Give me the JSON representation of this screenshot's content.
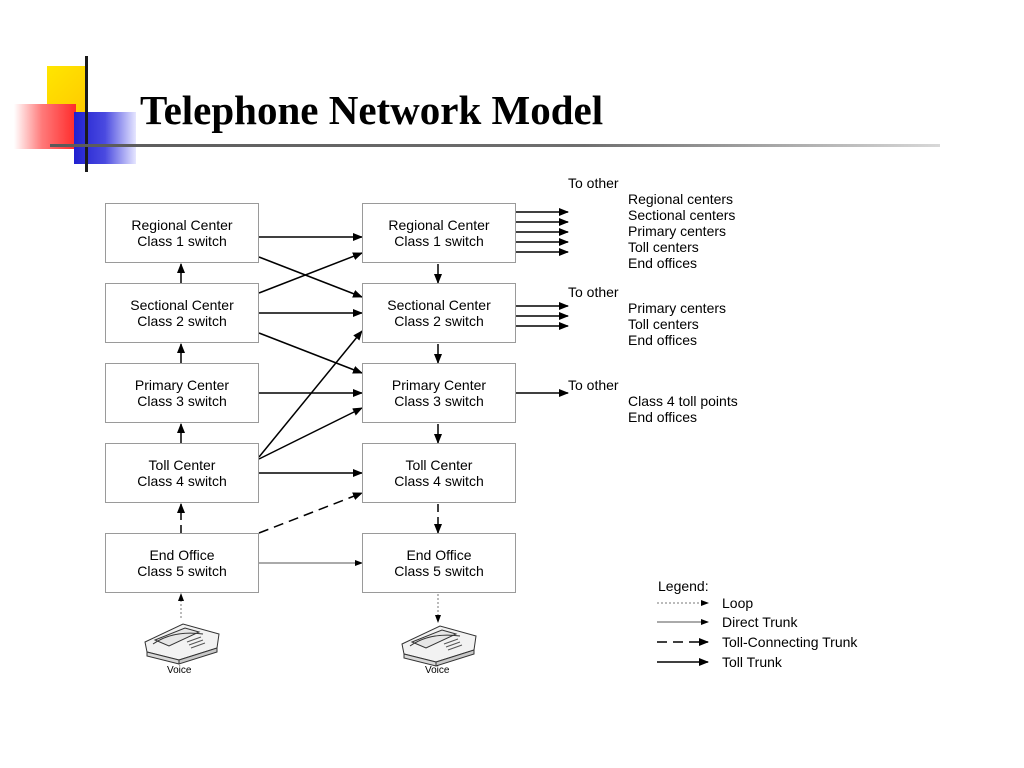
{
  "slide": {
    "title": "Telephone Network Model"
  },
  "left_column": [
    {
      "line1": "Regional Center",
      "line2": "Class 1 switch"
    },
    {
      "line1": "Sectional Center",
      "line2": "Class 2 switch"
    },
    {
      "line1": "Primary Center",
      "line2": "Class 3 switch"
    },
    {
      "line1": "Toll Center",
      "line2": "Class 4 switch"
    },
    {
      "line1": "End Office",
      "line2": "Class 5 switch"
    }
  ],
  "right_column": [
    {
      "line1": "Regional Center",
      "line2": "Class 1 switch"
    },
    {
      "line1": "Sectional Center",
      "line2": "Class 2 switch"
    },
    {
      "line1": "Primary Center",
      "line2": "Class 3 switch"
    },
    {
      "line1": "Toll Center",
      "line2": "Class 4 switch"
    },
    {
      "line1": "End Office",
      "line2": "Class 5 switch"
    }
  ],
  "phones": {
    "left_label": "Voice",
    "right_label": "Voice"
  },
  "outgoing": {
    "group1": {
      "heading": "To other",
      "items": [
        "Regional centers",
        "Sectional centers",
        "Primary centers",
        "Toll centers",
        "End offices"
      ]
    },
    "group2": {
      "heading": "To other",
      "items": [
        "Primary centers",
        "Toll centers",
        "End offices"
      ]
    },
    "group3": {
      "heading": "To other",
      "items": [
        "Class 4 toll points",
        "End offices"
      ]
    }
  },
  "legend": {
    "title": "Legend:",
    "items": [
      "Loop",
      "Direct Trunk",
      "Toll-Connecting Trunk",
      "Toll Trunk"
    ]
  },
  "colors": {
    "deco_yellow": "#ffd700",
    "deco_red": "#ff3333",
    "deco_blue": "#2222cc"
  }
}
